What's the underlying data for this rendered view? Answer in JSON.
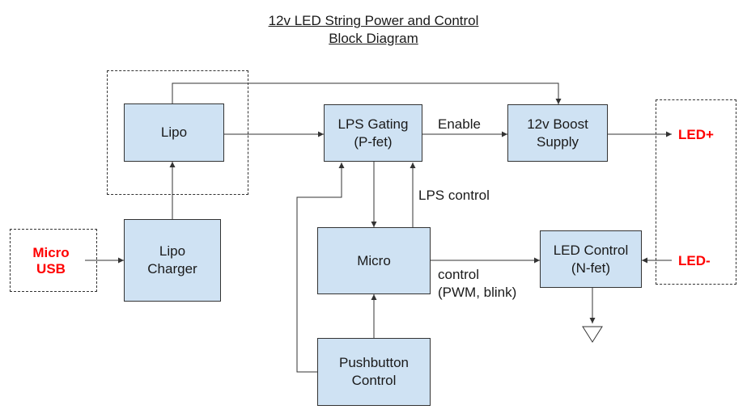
{
  "title": {
    "line1": "12v LED String Power and Control",
    "line2": "Block Diagram"
  },
  "blocks": {
    "lipo": {
      "line1": "Lipo"
    },
    "lipo_charger": {
      "line1": "Lipo",
      "line2": "Charger"
    },
    "lps_gating": {
      "line1": "LPS Gating",
      "line2": "(P-fet)"
    },
    "boost": {
      "line1": "12v Boost",
      "line2": "Supply"
    },
    "micro": {
      "line1": "Micro"
    },
    "led_control": {
      "line1": "LED Control",
      "line2": "(N-fet)"
    },
    "pushbutton": {
      "line1": "Pushbutton",
      "line2": "Control"
    }
  },
  "labels": {
    "micro_usb_line1": "Micro",
    "micro_usb_line2": "USB",
    "led_plus": "LED+",
    "led_minus": "LED-",
    "enable": "Enable",
    "lps_control": "LPS control",
    "control_line1": "control",
    "control_line2": "(PWM, blink)"
  },
  "colors": {
    "block_fill": "#cfe2f3",
    "line": "#333333",
    "terminal_text": "#ff0000"
  }
}
